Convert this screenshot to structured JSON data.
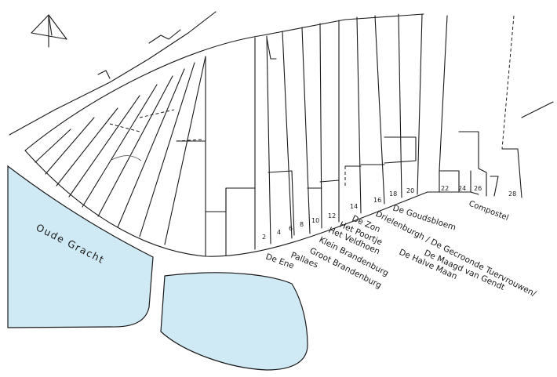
{
  "colors": {
    "water": "#cfeaf5",
    "ink": "#1a1a1a"
  },
  "icons": {
    "north_arrow": "north-arrow-icon"
  },
  "labels": {
    "canal": "Oude Gracht",
    "street": "Compostel"
  },
  "house_names": {
    "de_goudsbloem": "De Goudsbloem",
    "drielenburgh": "Drielenburgh / De Gecroonde Tuervrouwen/",
    "de_zon": "De Zon",
    "het_poortje": "Het Poortje",
    "de_maagd": "De Maagd van Gendt",
    "het_veldhoen": "Het Veldhoen",
    "de_halve_maan": "De Halve Maan",
    "klein_brandenburg": "Klein Brandenburg",
    "groot_brandenburg": "Groot Brandenburg",
    "pallaes": "Pallaes",
    "de_ene": "De Ene"
  },
  "house_numbers": {
    "n2": "2",
    "n4": "4",
    "n6": "6",
    "n8": "8",
    "n10": "10",
    "n12": "12",
    "n14": "14",
    "n16": "16",
    "n18": "18",
    "n20": "20",
    "n22": "22",
    "n24": "24",
    "n26": "26",
    "n28": "28"
  }
}
